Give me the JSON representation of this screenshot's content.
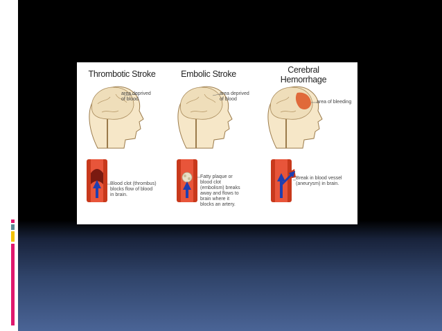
{
  "panels": [
    {
      "title": "Thrombotic Stroke",
      "brain_label": "area deprived\nof blood",
      "vessel_label": "Blood clot (thrombus)\nblocks flow of blood\nin brain."
    },
    {
      "title": "Embolic Stroke",
      "brain_label": "area deprived\nof blood",
      "vessel_label": "Fatty plaque or\nblood clot\n(embolism) breaks\naway and flows to\nbrain where it\nblocks an artery."
    },
    {
      "title": "Cerebral\nHemorrhage",
      "brain_label": "area of bleeding",
      "vessel_label": "Break in blood vessel\n(aneurysm) in brain."
    }
  ],
  "colors": {
    "slide_top": "#000000",
    "slide_bottom": "#4a6496",
    "accent_pink": "#e0186e",
    "accent_yellow": "#f2c200",
    "accent_teal": "#5a8a96",
    "skin": "#f6e7c8",
    "vessel_red": "#c8391c",
    "blood_arrow": "#1f3fb0"
  }
}
